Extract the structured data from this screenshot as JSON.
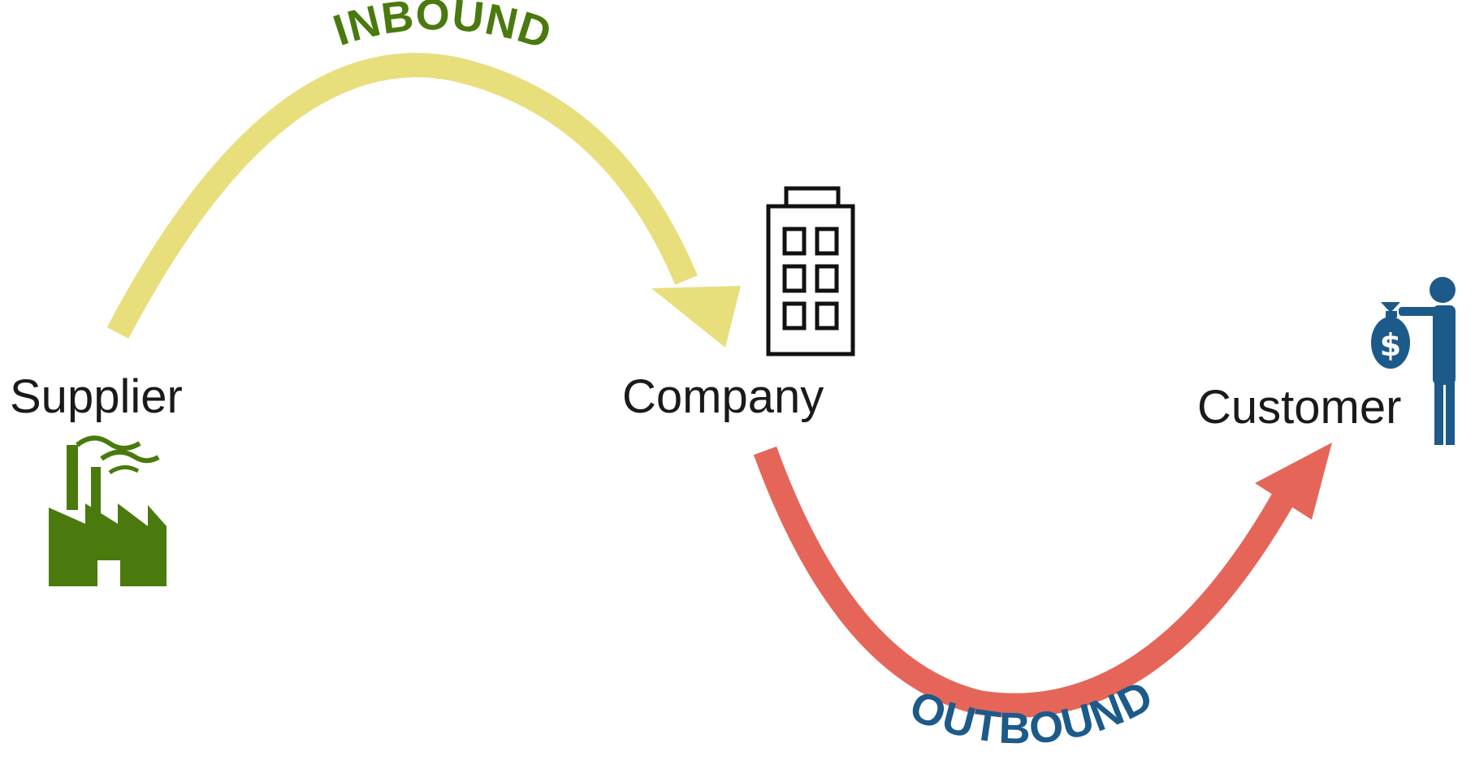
{
  "nodes": {
    "supplier": {
      "label": "Supplier",
      "icon": "factory-icon"
    },
    "company": {
      "label": "Company",
      "icon": "office-building-icon"
    },
    "customer": {
      "label": "Customer",
      "icon": "person-with-money-bag-icon"
    }
  },
  "flows": {
    "inbound": {
      "label": "INBOUND",
      "arrow_color": "#e8de7c",
      "text_color": "#4a7a0e"
    },
    "outbound": {
      "label": "OUTBOUND",
      "arrow_color": "#e56659",
      "text_color": "#1c5a8a"
    }
  },
  "icons": {
    "money_symbol": "$"
  },
  "colors": {
    "factory": "#4a7a0e",
    "building": "#111111",
    "customer": "#1c5a8a",
    "text": "#1a1a1a"
  }
}
